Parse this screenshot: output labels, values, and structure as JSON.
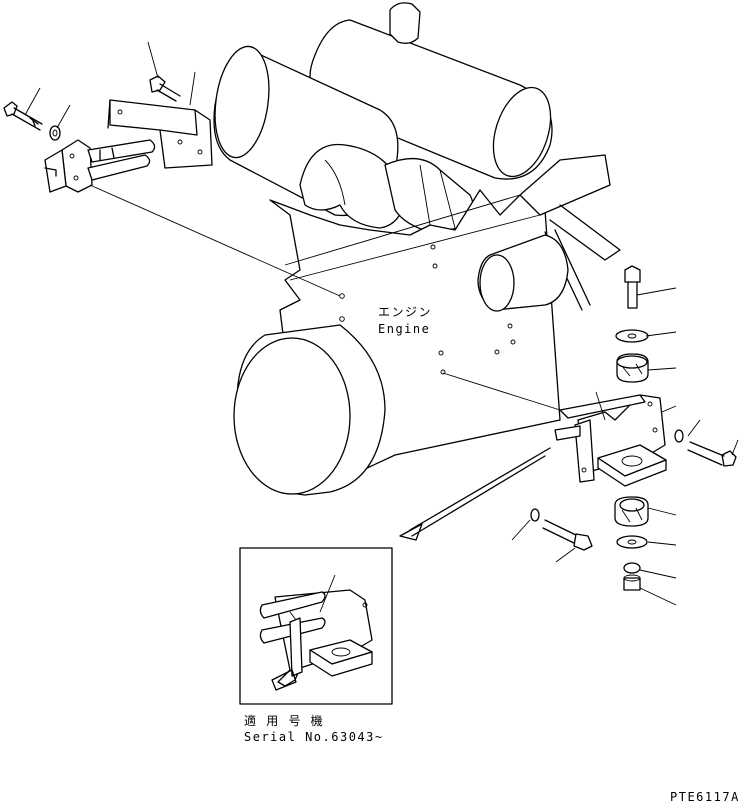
{
  "labels": {
    "engine_jp": "エンジン",
    "engine_en": "Engine",
    "applicable_jp": "適 用 号 機",
    "serial": "Serial No.63043~",
    "drawing_no": "PTE6117A"
  },
  "colors": {
    "line": "#000000",
    "background": "#ffffff"
  }
}
